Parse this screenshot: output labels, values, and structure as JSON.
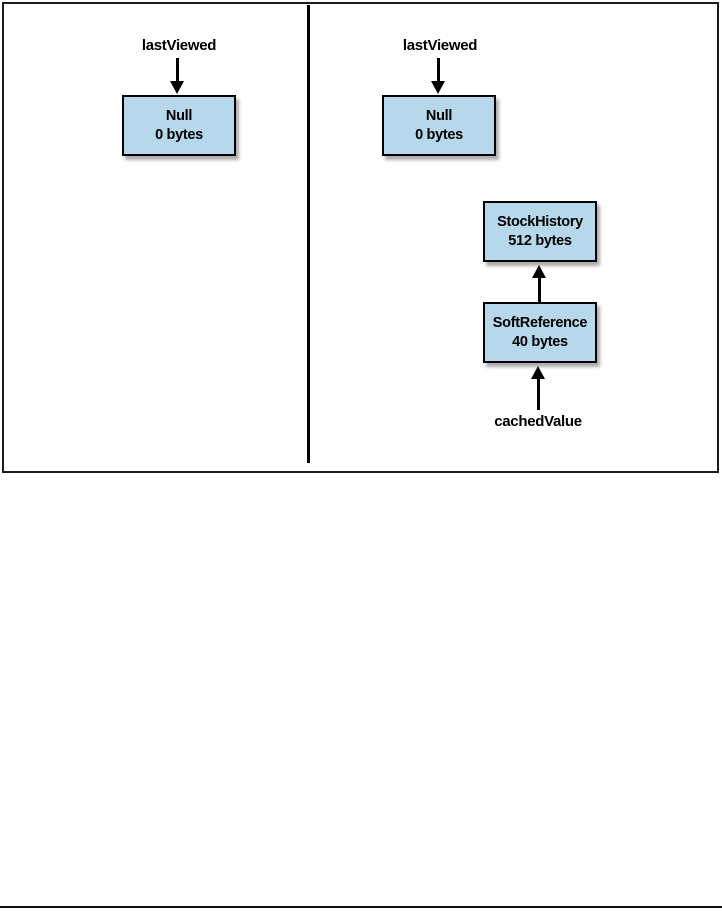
{
  "colors": {
    "node_fill": "#b7d7ea",
    "node_border": "#000000",
    "node_shadow": "#8a8a8a",
    "line": "#000000",
    "frame_border": "#1c1c1c",
    "background": "#ffffff"
  },
  "diagram": {
    "left_panel": {
      "pointer_label": "lastViewed",
      "null_node": {
        "title": "Null",
        "size": "0 bytes"
      }
    },
    "right_panel": {
      "pointer_label": "lastViewed",
      "null_node": {
        "title": "Null",
        "size": "0 bytes"
      },
      "stock_history_node": {
        "title": "StockHistory",
        "size": "512 bytes"
      },
      "soft_reference_node": {
        "title": "SoftReference",
        "size": "40 bytes"
      },
      "cached_value_label": "cachedValue"
    }
  }
}
